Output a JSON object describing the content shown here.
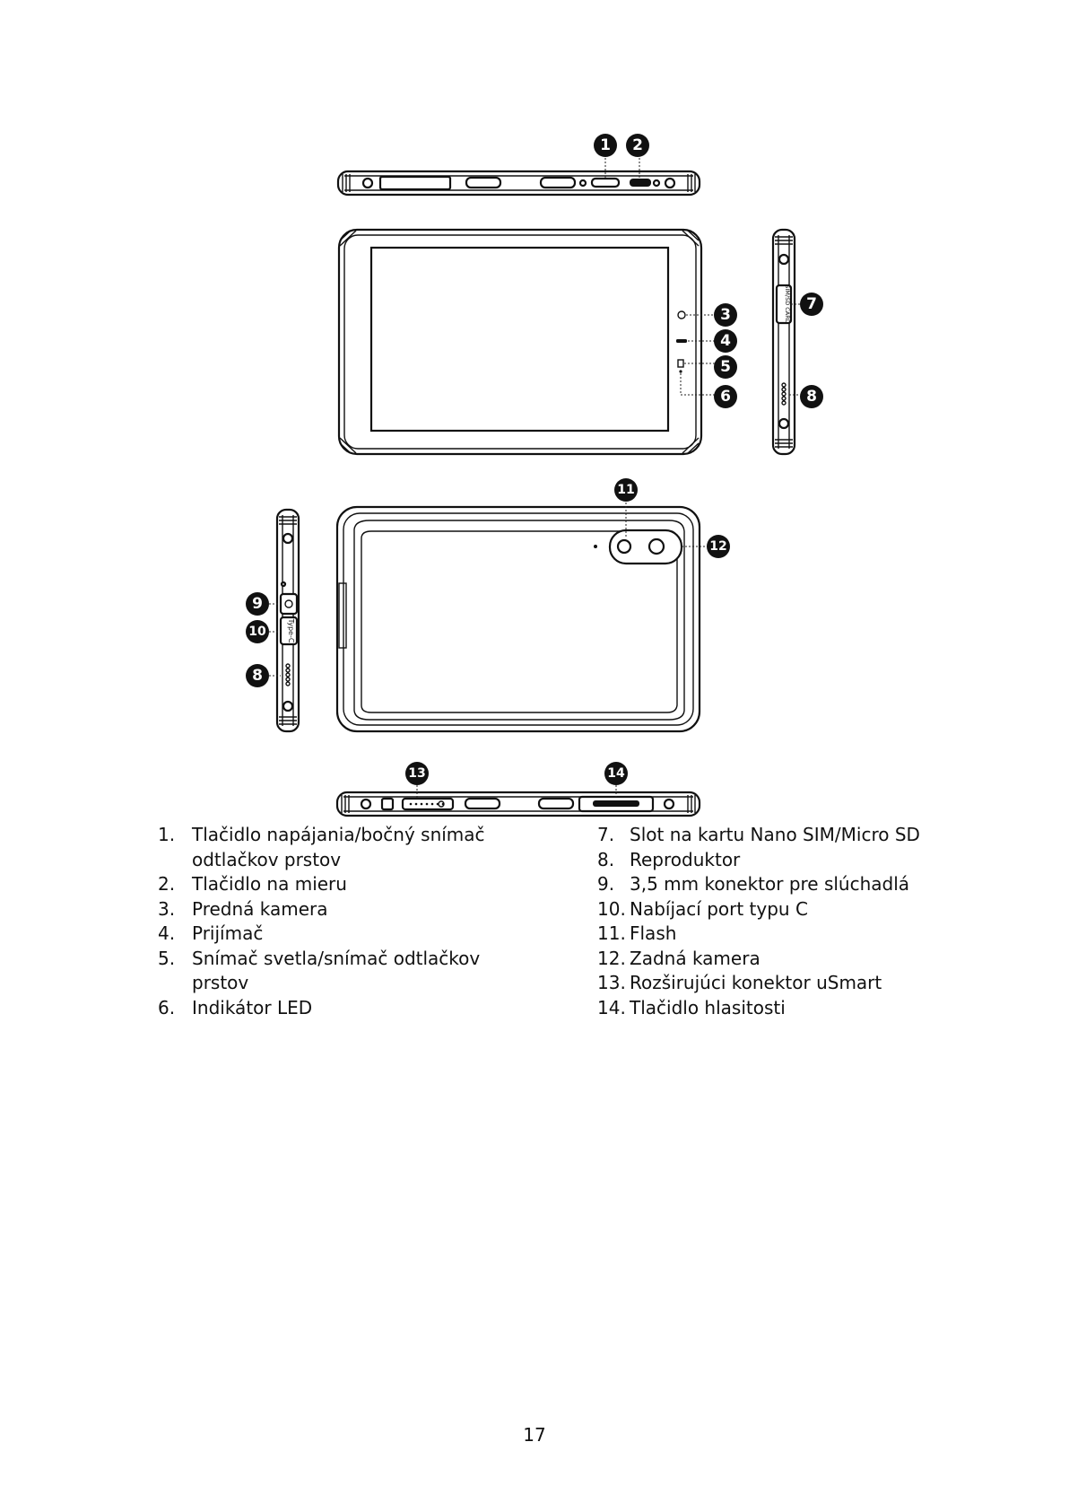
{
  "callouts": [
    "1",
    "2",
    "3",
    "4",
    "5",
    "6",
    "7",
    "8",
    "9",
    "10",
    "11",
    "12",
    "13",
    "14"
  ],
  "side_labels": {
    "type_c": "Type-C",
    "sim_card": "SIM/SD CARD"
  },
  "legend_left": [
    {
      "num": "1.",
      "text": "Tlačidlo napájania/bočný snímač odtlačkov prstov"
    },
    {
      "num": "2.",
      "text": "Tlačidlo na mieru"
    },
    {
      "num": "3.",
      "text": "Predná kamera"
    },
    {
      "num": "4.",
      "text": "Prijímač"
    },
    {
      "num": "5.",
      "text": "Snímač svetla/snímač odtlačkov prstov"
    },
    {
      "num": "6.",
      "text": "Indikátor LED"
    }
  ],
  "legend_right": [
    {
      "num": "7.",
      "text": "Slot na kartu Nano SIM/Micro SD"
    },
    {
      "num": "8.",
      "text": "Reproduktor"
    },
    {
      "num": "9.",
      "text": "3,5 mm konektor pre slúchadlá"
    },
    {
      "num": "10.",
      "text": "Nabíjací port typu C"
    },
    {
      "num": "11.",
      "text": "Flash"
    },
    {
      "num": "12.",
      "text": "Zadná kamera"
    },
    {
      "num": "13.",
      "text": "Rozširujúci konektor uSmart"
    },
    {
      "num": "14.",
      "text": "Tlačidlo hlasitosti"
    }
  ],
  "page_number": "17"
}
